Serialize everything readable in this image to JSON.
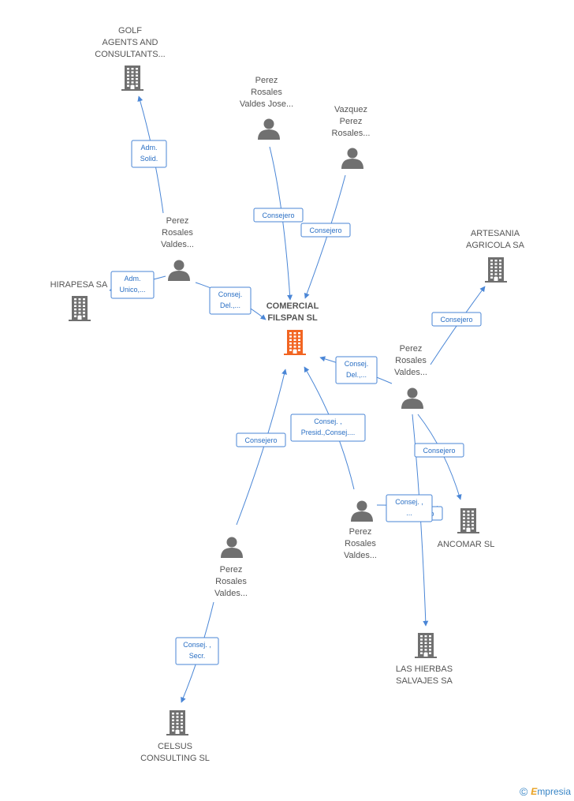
{
  "colors": {
    "main_node": "#f26522",
    "node": "#707070",
    "edge": "#4a86d6",
    "edge_text": "#2a6fc4",
    "label": "#555555"
  },
  "nodes": [
    {
      "id": "comercial",
      "kind": "company",
      "main": true,
      "label": [
        "COMERCIAL",
        "FILSPAN SL"
      ]
    },
    {
      "id": "golf",
      "kind": "company",
      "label": [
        "GOLF",
        "AGENTS AND",
        "CONSULTANTS..."
      ]
    },
    {
      "id": "hirapesa",
      "kind": "company",
      "label": [
        "HIRAPESA SA"
      ]
    },
    {
      "id": "artesania",
      "kind": "company",
      "label": [
        "ARTESANIA",
        "AGRICOLA SA"
      ]
    },
    {
      "id": "ancomar",
      "kind": "company",
      "label": [
        "ANCOMAR SL"
      ]
    },
    {
      "id": "lasherbas",
      "kind": "company",
      "label": [
        "LAS HIERBAS",
        "SALVAJES SA"
      ]
    },
    {
      "id": "celsus",
      "kind": "company",
      "label": [
        "CELSUS",
        "CONSULTING SL"
      ]
    },
    {
      "id": "p_jose",
      "kind": "person",
      "label": [
        "Perez",
        "Rosales",
        "Valdes Jose..."
      ]
    },
    {
      "id": "p_vazquez",
      "kind": "person",
      "label": [
        "Vazquez",
        "Perez",
        "Rosales..."
      ]
    },
    {
      "id": "p_left",
      "kind": "person",
      "label": [
        "Perez",
        "Rosales",
        "Valdes..."
      ]
    },
    {
      "id": "p_right",
      "kind": "person",
      "label": [
        "Perez",
        "Rosales",
        "Valdes..."
      ]
    },
    {
      "id": "p_center",
      "kind": "person",
      "label": [
        "Perez",
        "Rosales",
        "Valdes..."
      ]
    },
    {
      "id": "p_bottom",
      "kind": "person",
      "label": [
        "Perez",
        "Rosales",
        "Valdes..."
      ]
    }
  ],
  "edges": [
    {
      "from": "p_left",
      "to": "golf",
      "label": [
        "Adm.",
        "Solid."
      ]
    },
    {
      "from": "p_left",
      "to": "hirapesa",
      "label": [
        "Adm.",
        "Unico,..."
      ]
    },
    {
      "from": "p_left",
      "to": "comercial",
      "label": [
        "Consej.",
        "Del.,..."
      ]
    },
    {
      "from": "p_jose",
      "to": "comercial",
      "label": [
        "Consejero"
      ]
    },
    {
      "from": "p_vazquez",
      "to": "comercial",
      "label": [
        "Consejero"
      ]
    },
    {
      "from": "p_right",
      "to": "comercial",
      "label": [
        "Consej.",
        "Del.,..."
      ]
    },
    {
      "from": "p_right",
      "to": "artesania",
      "label": [
        "Consejero"
      ]
    },
    {
      "from": "p_right",
      "to": "ancomar",
      "label": [
        "Consejero"
      ]
    },
    {
      "from": "p_right",
      "to": "lasherbas",
      "label": [
        "Consejero"
      ]
    },
    {
      "from": "p_center",
      "to": "comercial",
      "label": [
        "Consej. ,",
        "Presid.,Consej...."
      ]
    },
    {
      "from": "p_center",
      "to": "ancomar",
      "label": [
        "Consej. ,",
        "..."
      ]
    },
    {
      "from": "p_bottom",
      "to": "comercial",
      "label": [
        "Consejero"
      ]
    },
    {
      "from": "p_bottom",
      "to": "celsus",
      "label": [
        "Consej. ,",
        "Secr."
      ]
    }
  ],
  "footer": {
    "copyright": "©",
    "brand_initial": "E",
    "brand_rest": "mpresia"
  }
}
